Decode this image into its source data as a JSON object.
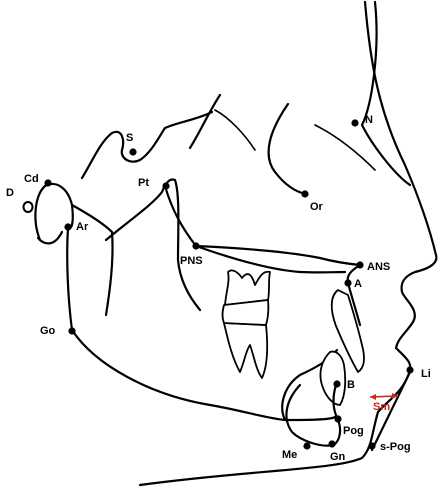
{
  "diagram": {
    "landmarks": [
      {
        "id": "N",
        "label": "N"
      },
      {
        "id": "S",
        "label": "S"
      },
      {
        "id": "Or",
        "label": "Or"
      },
      {
        "id": "Cd",
        "label": "Cd"
      },
      {
        "id": "D",
        "label": "D"
      },
      {
        "id": "Pt",
        "label": "Pt"
      },
      {
        "id": "Ar",
        "label": "Ar"
      },
      {
        "id": "PNS",
        "label": "PNS"
      },
      {
        "id": "ANS",
        "label": "ANS"
      },
      {
        "id": "A",
        "label": "A"
      },
      {
        "id": "Go",
        "label": "Go"
      },
      {
        "id": "B",
        "label": "B"
      },
      {
        "id": "Pog",
        "label": "Pog"
      },
      {
        "id": "Me",
        "label": "Me"
      },
      {
        "id": "Gn",
        "label": "Gn"
      },
      {
        "id": "Li",
        "label": "Li"
      },
      {
        "id": "s-Pog",
        "label": "s-Pog"
      }
    ],
    "measurement": {
      "label": "Sm",
      "color": "#c62828"
    }
  }
}
